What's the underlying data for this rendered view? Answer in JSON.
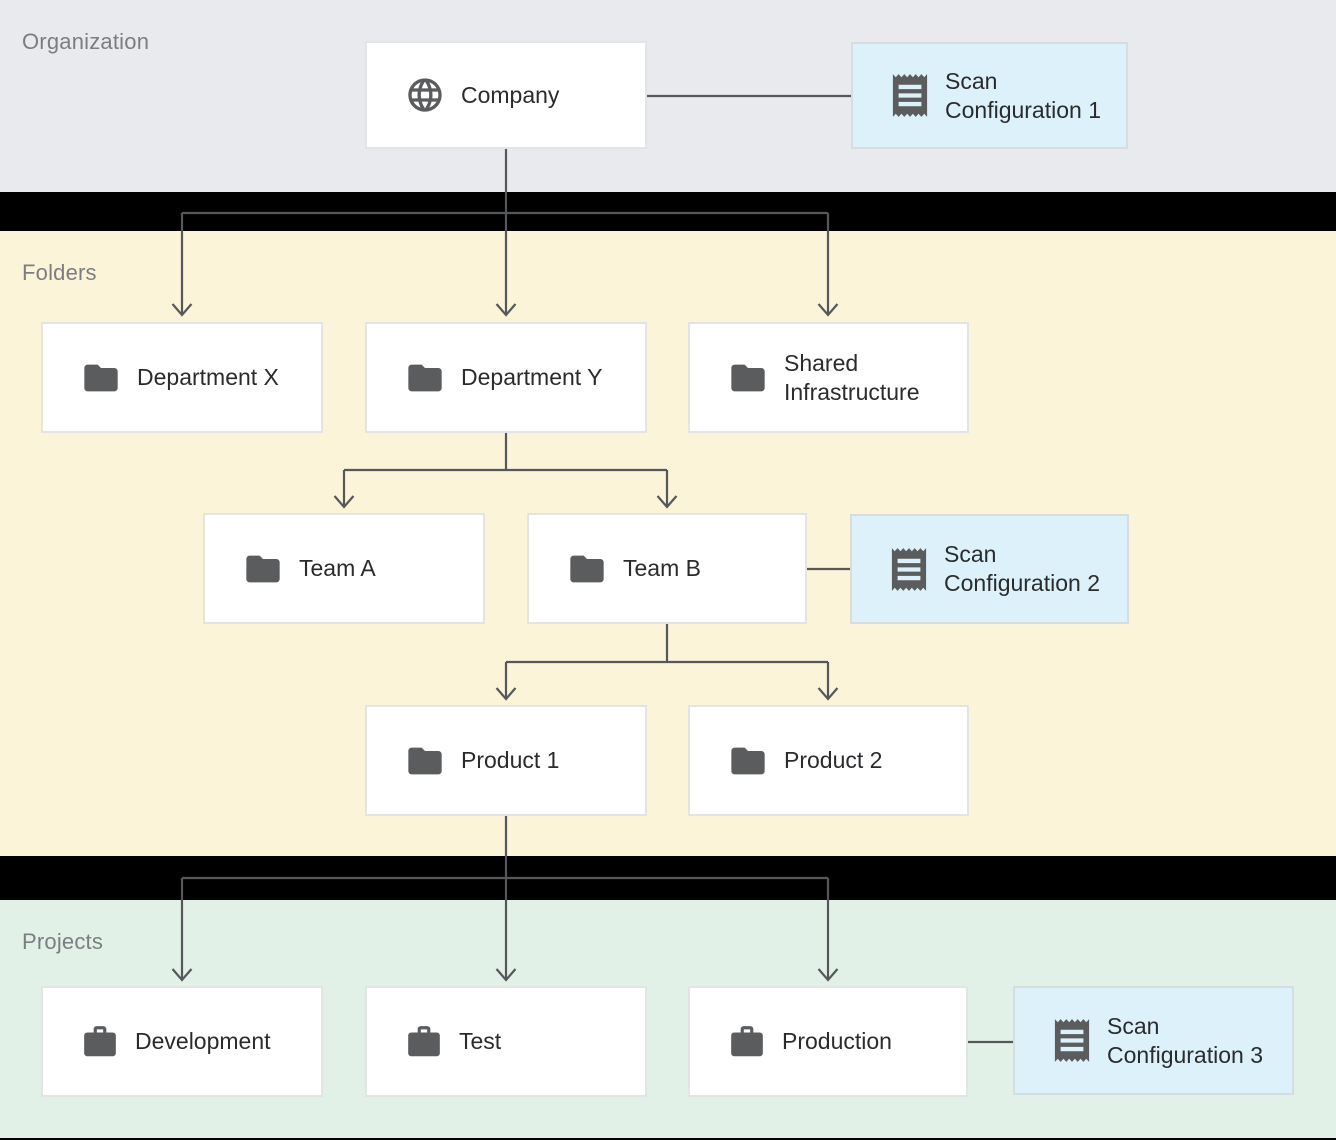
{
  "sections": {
    "organization": {
      "label": "Organization"
    },
    "folders": {
      "label": "Folders"
    },
    "projects": {
      "label": "Projects"
    }
  },
  "nodes": {
    "company": {
      "label": "Company",
      "icon": "globe-icon"
    },
    "scan_configuration_1": {
      "label": "Scan Configuration 1",
      "icon": "receipt-icon"
    },
    "department_x": {
      "label": "Department X",
      "icon": "folder-icon"
    },
    "department_y": {
      "label": "Department Y",
      "icon": "folder-icon"
    },
    "shared_infrastructure": {
      "label": "Shared Infrastructure",
      "icon": "folder-icon"
    },
    "team_a": {
      "label": "Team A",
      "icon": "folder-icon"
    },
    "team_b": {
      "label": "Team B",
      "icon": "folder-icon"
    },
    "scan_configuration_2": {
      "label": "Scan Configuration 2",
      "icon": "receipt-icon"
    },
    "product_1": {
      "label": "Product 1",
      "icon": "folder-icon"
    },
    "product_2": {
      "label": "Product 2",
      "icon": "folder-icon"
    },
    "development": {
      "label": "Development",
      "icon": "briefcase-icon"
    },
    "test": {
      "label": "Test",
      "icon": "briefcase-icon"
    },
    "production": {
      "label": "Production",
      "icon": "briefcase-icon"
    },
    "scan_configuration_3": {
      "label": "Scan Configuration 3",
      "icon": "receipt-icon"
    }
  },
  "edges": [
    {
      "from": "company",
      "to": "scan_configuration_1",
      "type": "association"
    },
    {
      "from": "company",
      "to": "department_x",
      "type": "arrow"
    },
    {
      "from": "company",
      "to": "department_y",
      "type": "arrow"
    },
    {
      "from": "company",
      "to": "shared_infrastructure",
      "type": "arrow"
    },
    {
      "from": "department_y",
      "to": "team_a",
      "type": "arrow"
    },
    {
      "from": "department_y",
      "to": "team_b",
      "type": "arrow"
    },
    {
      "from": "team_b",
      "to": "scan_configuration_2",
      "type": "association"
    },
    {
      "from": "team_b",
      "to": "product_1",
      "type": "arrow"
    },
    {
      "from": "team_b",
      "to": "product_2",
      "type": "arrow"
    },
    {
      "from": "product_1",
      "to": "development",
      "type": "arrow"
    },
    {
      "from": "product_1",
      "to": "test",
      "type": "arrow"
    },
    {
      "from": "product_1",
      "to": "production",
      "type": "arrow"
    },
    {
      "from": "production",
      "to": "scan_configuration_3",
      "type": "association"
    }
  ],
  "colors": {
    "background": "#000000",
    "organization_band": "#e8eaed",
    "folders_band": "#fcf4d9",
    "projects_band": "#e2f1e8",
    "node_fill": "#ffffff",
    "node_border": "#e2e4e6",
    "scan_fill": "#ddf1fb",
    "scan_border": "#d6dde1",
    "connector": "#55575a",
    "icon": "#5a5c5e",
    "label_text": "#2a2b2d",
    "band_label_text": "#7b7e81"
  }
}
